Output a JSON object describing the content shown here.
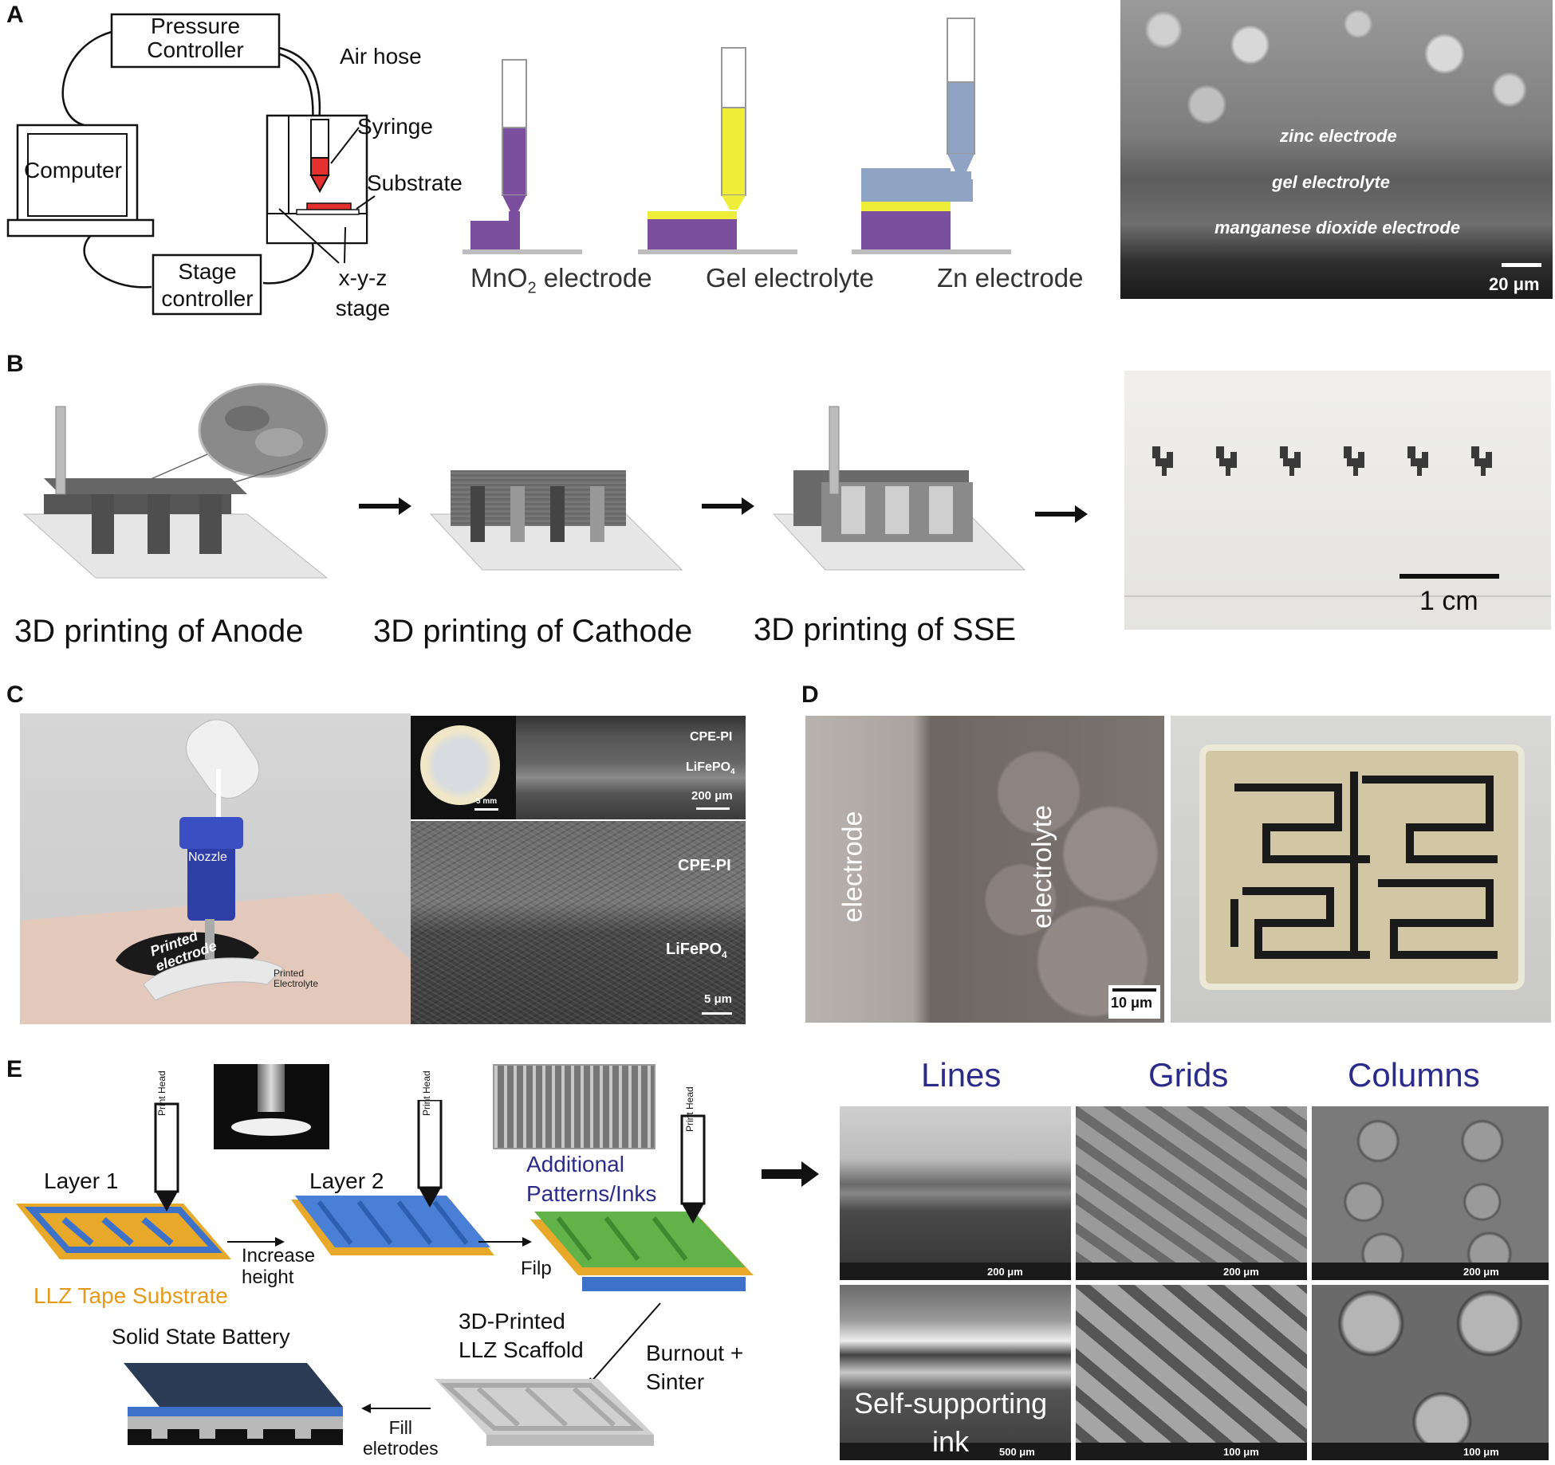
{
  "panels": {
    "a": "A",
    "b": "B",
    "c": "C",
    "d": "D",
    "e": "E"
  },
  "panel_a": {
    "pressure_controller": "Pressure\nController",
    "air_hose": "Air hose",
    "computer": "Computer",
    "syringe": "Syringe",
    "substrate": "Substrate",
    "stage_controller": "Stage\ncontroller",
    "xyz_stage": "x-y-z\nstage",
    "step1": "MnO",
    "step1_sub": "2",
    "step1_rest": " electrode",
    "step2": "Gel electrolyte",
    "step3": "Zn electrode",
    "sem_zinc": "zinc electrode",
    "sem_gel": "gel electrolyte",
    "sem_mn": "manganese dioxide electrode",
    "sem_scale": "20 μm"
  },
  "panel_b": {
    "step1": "3D printing of Anode",
    "step2": "3D printing of Cathode",
    "step3": "3D printing of SSE",
    "scale": "1 cm"
  },
  "panel_c": {
    "nozzle": "Nozzle",
    "printed_electrode": "Printed\nelectrode",
    "printed_electrolyte": "Printed\nElectrolyte",
    "inset_scale": "5 mm",
    "top_cpe": "CPE-PI",
    "top_lfp": "LiFePO",
    "top_lfp_sub": "4",
    "top_scale": "200 μm",
    "bot_cpe": "CPE-PI",
    "bot_lfp": "LiFePO",
    "bot_lfp_sub": "4",
    "bot_scale": "5 μm"
  },
  "panel_d": {
    "electrode": "electrode",
    "electrolyte": "electrolyte",
    "scale": "10 μm"
  },
  "panel_e": {
    "layer1": "Layer 1",
    "layer2": "Layer 2",
    "additional": "Additional\nPatterns/Inks",
    "print_head": "Print Head",
    "increase_height": "Increase\nheight",
    "filp": "Filp",
    "llz_substrate": "LLZ Tape Substrate",
    "solid_state_battery": "Solid State Battery",
    "scaffold": "3D-Printed\nLLZ Scaffold",
    "burnout": "Burnout +\nSinter",
    "fill": "Fill\neletrodes",
    "col_lines": "Lines",
    "col_grids": "Grids",
    "col_columns": "Columns",
    "self_supporting": "Self-supporting\nink",
    "scale_200": "200 μm",
    "scale_500": "500 μm",
    "scale_100": "100 μm"
  },
  "colors": {
    "purple": "#7b4f9d",
    "yellow": "#eded3a",
    "steel": "#8fa4c4",
    "red": "#e53030",
    "blue": "#3e72c9",
    "gold": "#e8a92a",
    "green": "#62b24a",
    "title_blue": "#2b2b8a"
  }
}
